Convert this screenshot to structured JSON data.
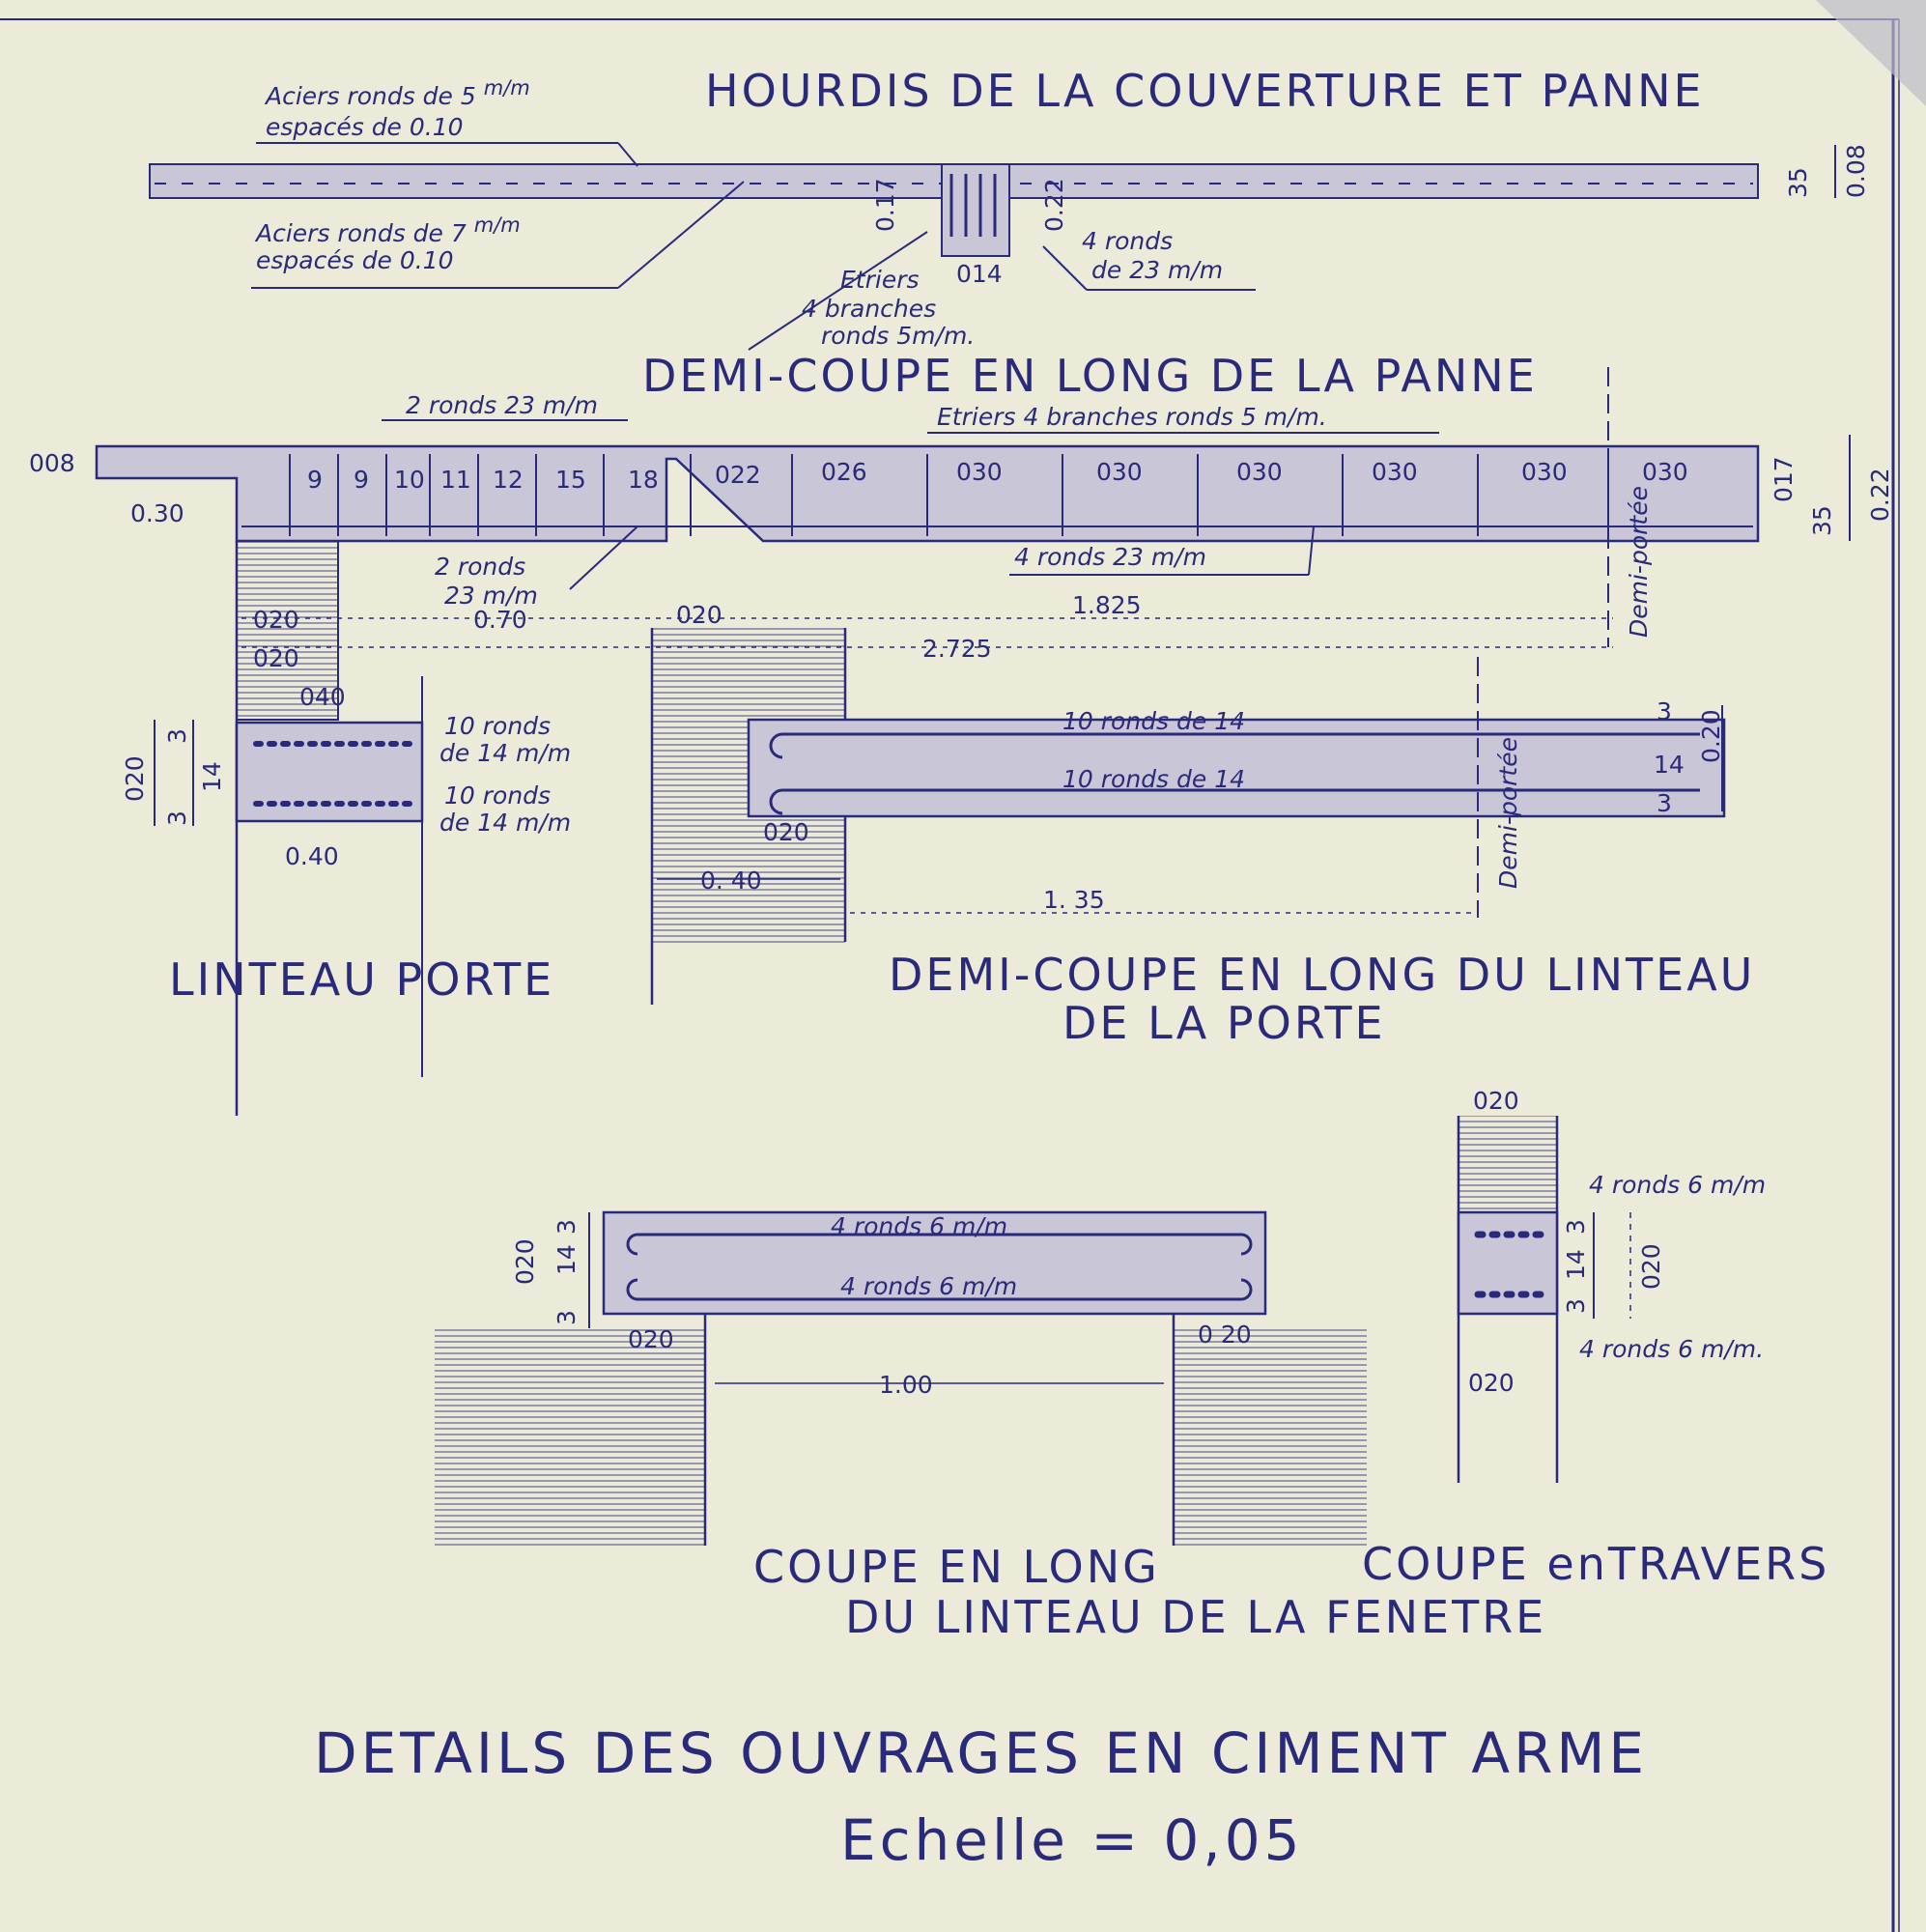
{
  "colors": {
    "paper": "#ecebd9",
    "ink": "#2b2a7a",
    "concrete": "#c9c6d8"
  },
  "titles": {
    "hourdis": "HOURDIS DE LA COUVERTURE ET PANNE",
    "demi_coupe_panne": "DEMI-COUPE EN LONG DE LA PANNE",
    "linteau_porte": "LINTEAU PORTE",
    "demi_coupe_linteau_1": "DEMI-COUPE EN LONG DU LINTEAU",
    "demi_coupe_linteau_2": "DE LA PORTE",
    "coupe_long_1": "COUPE EN LONG",
    "coupe_long_2": "DU LINTEAU DE LA FENETRE",
    "coupe_travers": "COUPE enTRAVERS",
    "main_1": "DETAILS DES OUVRAGES EN CIMENT ARME",
    "main_2": "Echelle = 0,05"
  },
  "hourdis": {
    "aciers_5_a": "Aciers ronds de 5",
    "unit_mm": "m/m",
    "aciers_5_b": "espacés de 0.10",
    "aciers_7_a": "Aciers ronds de 7",
    "aciers_7_b": "espacés de 0.10",
    "etriers_a": "Etriers",
    "etriers_b": "4 branches",
    "etriers_c": "ronds 5m/m.",
    "d014": "014",
    "d017": "0.17",
    "d022": "0.22",
    "rounds_23_a": "4 ronds",
    "rounds_23_b": "de 23 m/m",
    "d35": "35",
    "d008": "0.08"
  },
  "panne": {
    "ronds_top": "2 ronds 23 m/m",
    "etriers": "Etriers 4 branches ronds 5 m/m.",
    "spacings": [
      "9",
      "9",
      "10",
      "11",
      "12",
      "15",
      "18",
      "022",
      "026",
      "030",
      "030",
      "030",
      "030",
      "030",
      "030"
    ],
    "d008": "008",
    "d030": "0.30",
    "ronds_bottom_a": "2 ronds",
    "ronds_bottom_b": "23 m/m",
    "ronds_4": "4 ronds 23 m/m",
    "d070": "0.70",
    "d1825": "1.825",
    "d2725": "2.725",
    "d020": "020",
    "demi_portee": "Demi-portée",
    "d017": "017",
    "d022": "0.22",
    "d35": "35"
  },
  "linteau_porte": {
    "d020a": "020",
    "d020b": "020",
    "d040": "040",
    "ronds_top_a": "10 ronds",
    "ronds_top_b": "de 14 m/m",
    "ronds_bot_a": "10 ronds",
    "ronds_bot_b": "de 14 m/m",
    "d020": "020",
    "d3": "3",
    "d14": "14",
    "d040_bottom": "0.40"
  },
  "linteau_long": {
    "ronds_top": "10 ronds de 14",
    "ronds_bot": "10 ronds de 14",
    "d020": "020",
    "d040": "0. 40",
    "d135": "1. 35",
    "demi_portee": "Demi-portée",
    "d3": "3",
    "d14": "14",
    "d020_side": "0.20"
  },
  "fenetre": {
    "ronds_top": "4 ronds 6 m/m",
    "ronds_bot": "4 ronds 6 m/m",
    "d020_left": "020",
    "d020_right": "0 20",
    "d100": "1.00",
    "d020_side": "020",
    "d3": "3",
    "d14": "14"
  },
  "travers": {
    "d020_top": "020",
    "ronds_top": "4 ronds 6 m/m",
    "ronds_bot": "4 ronds 6 m/m.",
    "d020_bot": "020",
    "d020_side": "020",
    "d3": "3",
    "d14": "14"
  }
}
